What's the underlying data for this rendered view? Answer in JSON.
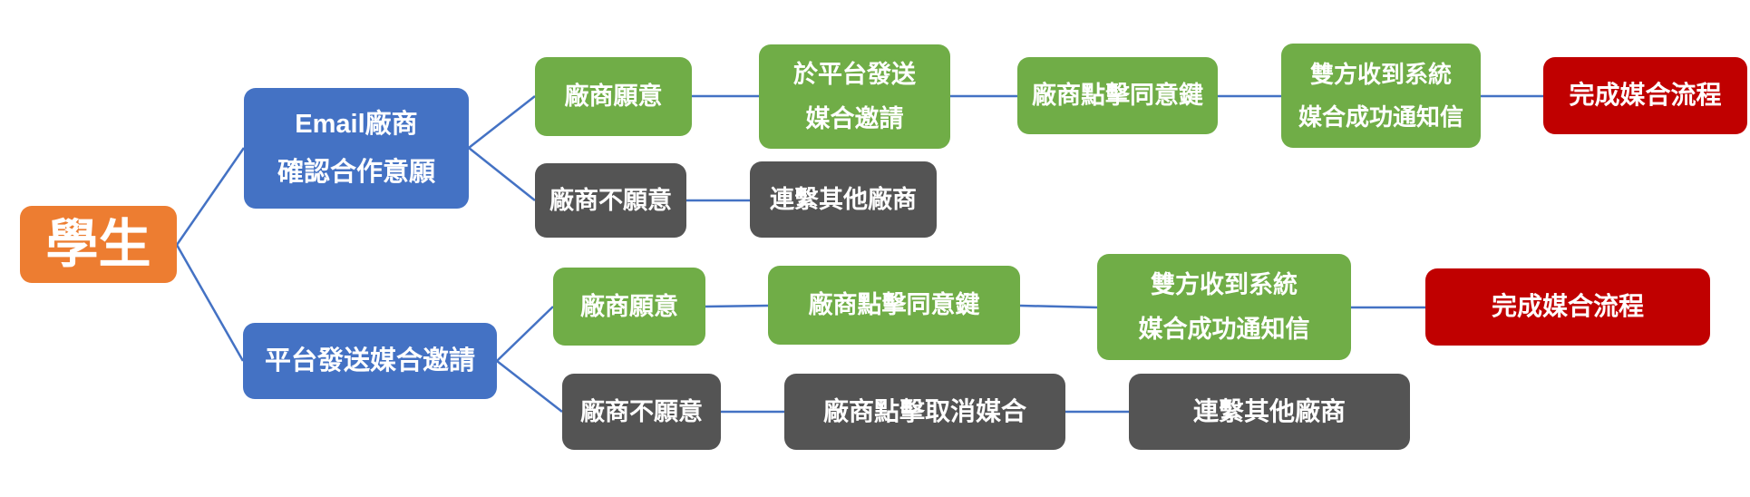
{
  "colors": {
    "background": "#FFFFFF",
    "orange": "#ED7D31",
    "blue": "#4472C4",
    "green": "#70AD47",
    "gray": "#545454",
    "red": "#C00000",
    "connector": "#4472C4",
    "text": "#FFFFFF"
  },
  "nodes": {
    "student": {
      "label": "學生",
      "color": "orange"
    },
    "email_confirm": {
      "label": "Email廠商\n確認合作意願",
      "color": "blue"
    },
    "t_willing": {
      "label": "廠商願意",
      "color": "green"
    },
    "t_send_invite": {
      "label": "於平台發送\n媒合邀請",
      "color": "green"
    },
    "t_click_agree": {
      "label": "廠商點擊同意鍵",
      "color": "green"
    },
    "t_notice": {
      "label": "雙方收到系統\n媒合成功通知信",
      "color": "green"
    },
    "t_complete": {
      "label": "完成媒合流程",
      "color": "red"
    },
    "t_unwilling": {
      "label": "廠商不願意",
      "color": "gray"
    },
    "t_contact_other": {
      "label": "連繫其他廠商",
      "color": "gray"
    },
    "platform_invite": {
      "label": "平台發送媒合邀請",
      "color": "blue"
    },
    "b_willing": {
      "label": "廠商願意",
      "color": "green"
    },
    "b_click_agree": {
      "label": "廠商點擊同意鍵",
      "color": "green"
    },
    "b_notice": {
      "label": "雙方收到系統\n媒合成功通知信",
      "color": "green"
    },
    "b_complete": {
      "label": "完成媒合流程",
      "color": "red"
    },
    "b_unwilling": {
      "label": "廠商不願意",
      "color": "gray"
    },
    "b_click_cancel": {
      "label": "廠商點擊取消媒合",
      "color": "gray"
    },
    "b_contact_other": {
      "label": "連繫其他廠商",
      "color": "gray"
    }
  },
  "edges": [
    {
      "from": "student",
      "to": "email_confirm"
    },
    {
      "from": "student",
      "to": "platform_invite"
    },
    {
      "from": "email_confirm",
      "to": "t_willing"
    },
    {
      "from": "email_confirm",
      "to": "t_unwilling"
    },
    {
      "from": "t_willing",
      "to": "t_send_invite"
    },
    {
      "from": "t_send_invite",
      "to": "t_click_agree"
    },
    {
      "from": "t_click_agree",
      "to": "t_notice"
    },
    {
      "from": "t_notice",
      "to": "t_complete"
    },
    {
      "from": "t_unwilling",
      "to": "t_contact_other"
    },
    {
      "from": "platform_invite",
      "to": "b_willing"
    },
    {
      "from": "platform_invite",
      "to": "b_unwilling"
    },
    {
      "from": "b_willing",
      "to": "b_click_agree"
    },
    {
      "from": "b_click_agree",
      "to": "b_notice"
    },
    {
      "from": "b_notice",
      "to": "b_complete"
    },
    {
      "from": "b_unwilling",
      "to": "b_click_cancel"
    },
    {
      "from": "b_click_cancel",
      "to": "b_contact_other"
    }
  ]
}
